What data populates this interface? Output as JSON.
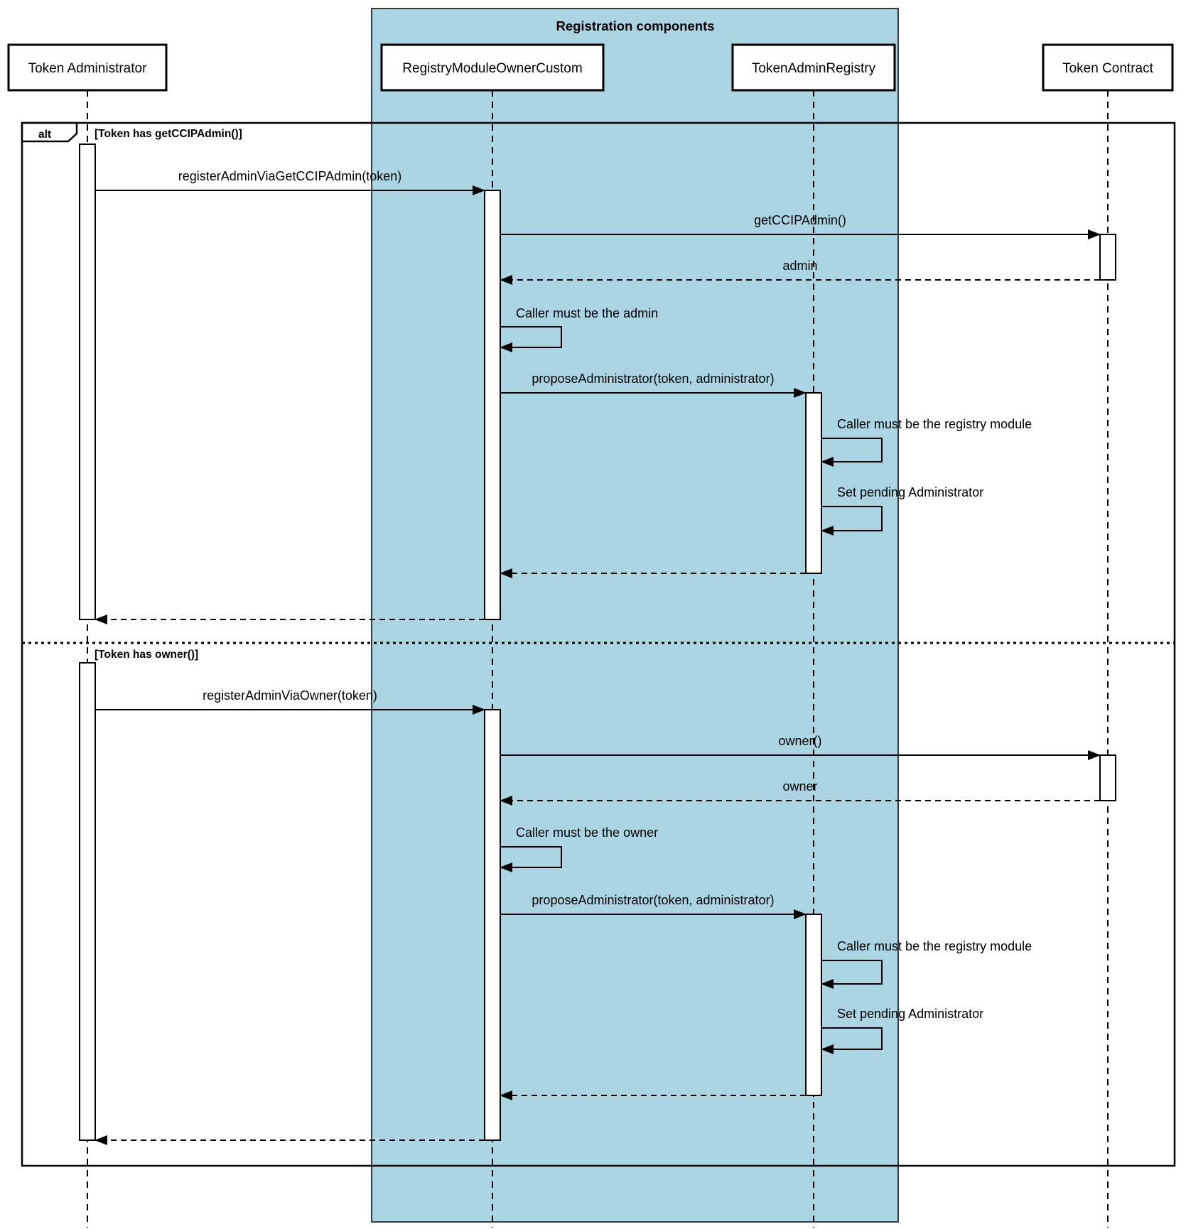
{
  "diagram": {
    "type": "uml-sequence",
    "frame": {
      "title": "Registration components"
    },
    "participants": [
      {
        "label": "Token Administrator"
      },
      {
        "label": "RegistryModuleOwnerCustom"
      },
      {
        "label": "TokenAdminRegistry"
      },
      {
        "label": "Token Contract"
      }
    ],
    "alt": {
      "operator": "alt",
      "branches": [
        {
          "condition": "[Token has getCCIPAdmin()]",
          "messages": [
            {
              "label": "registerAdminViaGetCCIPAdmin(token)",
              "type": "call",
              "from": "Token Administrator",
              "to": "RegistryModuleOwnerCustom"
            },
            {
              "label": "getCCIPAdmin()",
              "type": "call",
              "from": "RegistryModuleOwnerCustom",
              "to": "Token Contract"
            },
            {
              "label": "admin",
              "type": "return",
              "from": "Token Contract",
              "to": "RegistryModuleOwnerCustom"
            },
            {
              "label": "Caller must be the admin",
              "type": "self",
              "from": "RegistryModuleOwnerCustom",
              "to": "RegistryModuleOwnerCustom"
            },
            {
              "label": "proposeAdministrator(token, administrator)",
              "type": "call",
              "from": "RegistryModuleOwnerCustom",
              "to": "TokenAdminRegistry"
            },
            {
              "label": "Caller must be the registry module",
              "type": "self",
              "from": "TokenAdminRegistry",
              "to": "TokenAdminRegistry"
            },
            {
              "label": "Set pending Administrator",
              "type": "self",
              "from": "TokenAdminRegistry",
              "to": "TokenAdminRegistry"
            },
            {
              "label": "",
              "type": "return",
              "from": "TokenAdminRegistry",
              "to": "RegistryModuleOwnerCustom"
            },
            {
              "label": "",
              "type": "return",
              "from": "RegistryModuleOwnerCustom",
              "to": "Token Administrator"
            }
          ]
        },
        {
          "condition": "[Token has owner()]",
          "messages": [
            {
              "label": "registerAdminViaOwner(token)",
              "type": "call",
              "from": "Token Administrator",
              "to": "RegistryModuleOwnerCustom"
            },
            {
              "label": "owner()",
              "type": "call",
              "from": "RegistryModuleOwnerCustom",
              "to": "Token Contract"
            },
            {
              "label": "owner",
              "type": "return",
              "from": "Token Contract",
              "to": "RegistryModuleOwnerCustom"
            },
            {
              "label": "Caller must be the owner",
              "type": "self",
              "from": "RegistryModuleOwnerCustom",
              "to": "RegistryModuleOwnerCustom"
            },
            {
              "label": "proposeAdministrator(token, administrator)",
              "type": "call",
              "from": "RegistryModuleOwnerCustom",
              "to": "TokenAdminRegistry"
            },
            {
              "label": "Caller must be the registry module",
              "type": "self",
              "from": "TokenAdminRegistry",
              "to": "TokenAdminRegistry"
            },
            {
              "label": "Set pending Administrator",
              "type": "self",
              "from": "TokenAdminRegistry",
              "to": "TokenAdminRegistry"
            },
            {
              "label": "",
              "type": "return",
              "from": "TokenAdminRegistry",
              "to": "RegistryModuleOwnerCustom"
            },
            {
              "label": "",
              "type": "return",
              "from": "RegistryModuleOwnerCustom",
              "to": "Token Administrator"
            }
          ]
        }
      ]
    },
    "colors": {
      "frame_fill": "#ABD5E3",
      "frame_border": "#3A3A3A",
      "line": "#000000",
      "shape_fill": "#FFFFFF"
    }
  }
}
